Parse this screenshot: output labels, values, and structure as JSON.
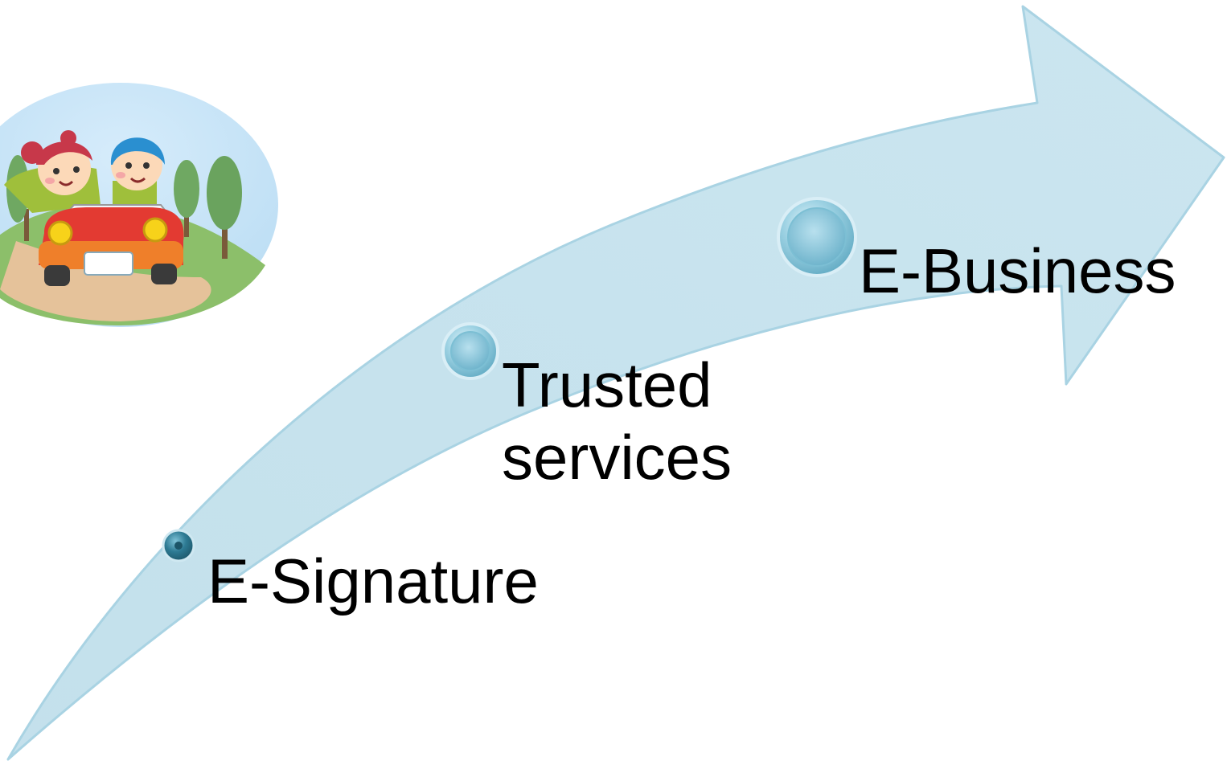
{
  "diagram": {
    "steps": [
      {
        "id": "e-signature",
        "label": "E-Signature"
      },
      {
        "id": "trusted-services",
        "label_line1": "Trusted",
        "label_line2": "services"
      },
      {
        "id": "e-business",
        "label": "E-Business"
      }
    ],
    "colors": {
      "arrow_fill": "#c2e0ec",
      "arrow_edge": "#a8d2e3",
      "node_dark": "#2f7d96",
      "node_light": "#8ec9dc",
      "text": "#000000"
    },
    "illustration": {
      "description_icon": "kids-in-red-car-illustration"
    }
  }
}
